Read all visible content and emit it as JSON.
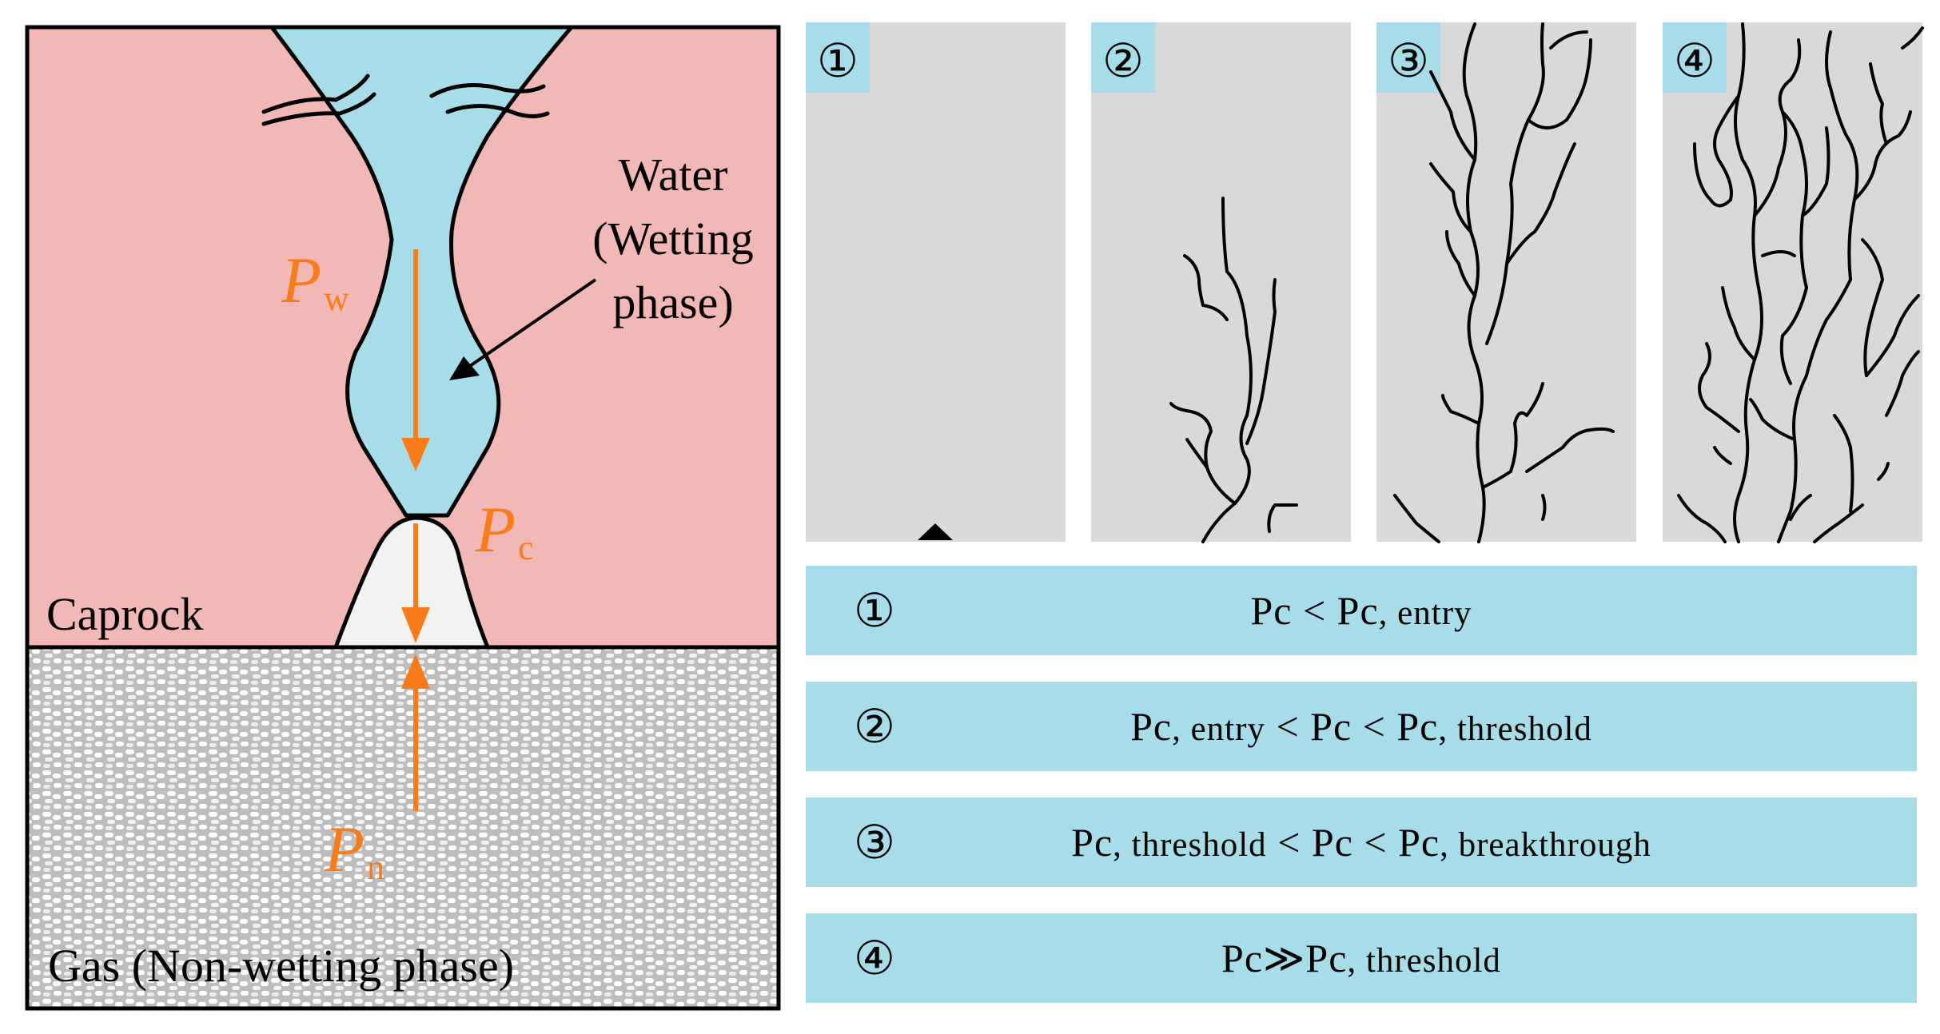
{
  "left_panel": {
    "caprock_label": "Caprock",
    "gas_label": "Gas (Non-wetting phase)",
    "water_label_line1": "Water",
    "water_label_line2": "(Wetting",
    "water_label_line3": "phase)",
    "pw_main": "P",
    "pw_sub": "w",
    "pc_main": "P",
    "pc_sub": "c",
    "pn_main": "P",
    "pn_sub": "n"
  },
  "panels": [
    {
      "badge": "①"
    },
    {
      "badge": "②"
    },
    {
      "badge": "③"
    },
    {
      "badge": "④"
    }
  ],
  "conditions": [
    {
      "num": "①",
      "a": "Pc",
      "a_sub": "",
      "op1": "<",
      "b": "Pc",
      "b_sub": ", entry",
      "op2": "",
      "c": "",
      "c_sub": ""
    },
    {
      "num": "②",
      "a": "Pc",
      "a_sub": ", entry",
      "op1": "<",
      "b": "Pc",
      "b_sub": "",
      "op2": "<",
      "c": "Pc",
      "c_sub": ", threshold"
    },
    {
      "num": "③",
      "a": "Pc",
      "a_sub": ", threshold",
      "op1": "<",
      "b": "Pc",
      "b_sub": "",
      "op2": "<",
      "c": "Pc",
      "c_sub": ", breakthrough"
    },
    {
      "num": "④",
      "a": "Pc",
      "a_sub": "",
      "op1": "≫",
      "b": "Pc",
      "b_sub": ", threshold",
      "op2": "",
      "c": "",
      "c_sub": ""
    }
  ],
  "colors": {
    "caprock": "#f2b8b5",
    "water": "#a6dde9",
    "gas_bubble": "#f2f2f2",
    "gas_bg": "#cfcfcf",
    "arrow_orange": "#f97b1a",
    "panel_bg": "#d9d9d9",
    "condition_bar": "#a6dde9"
  }
}
